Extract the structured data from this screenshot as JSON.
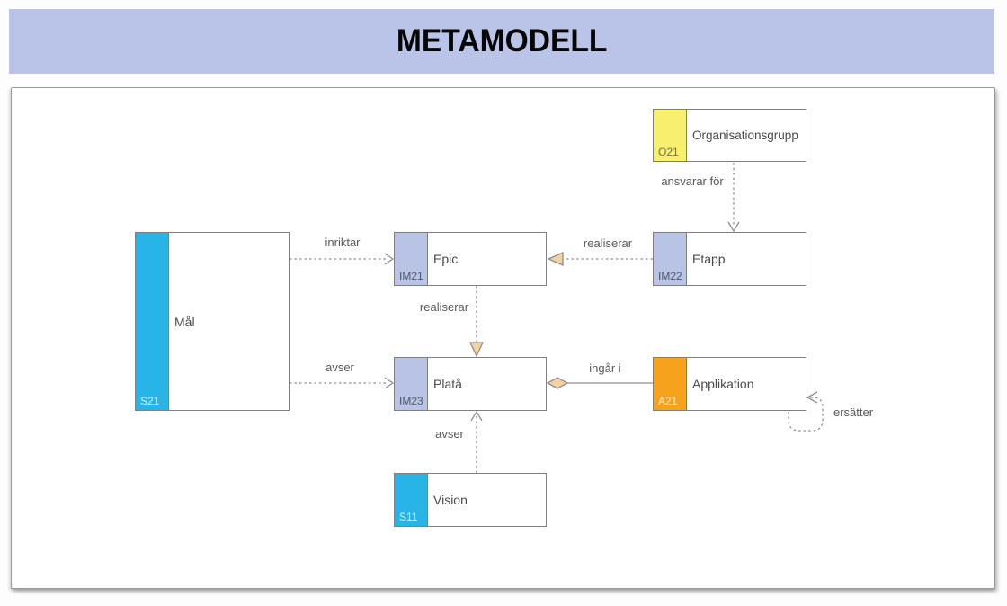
{
  "title": "METAMODELL",
  "entities": {
    "organisationsgrupp": {
      "id": "O21",
      "label": "Organisationsgrupp",
      "tab_color": "#f8ef6f"
    },
    "etapp": {
      "id": "IM22",
      "label": "Etapp",
      "tab_color": "#b9c3e6"
    },
    "epic": {
      "id": "IM21",
      "label": "Epic",
      "tab_color": "#b9c3e6"
    },
    "mal": {
      "id": "S21",
      "label": "Mål",
      "tab_color": "#29b4e8"
    },
    "plata": {
      "id": "IM23",
      "label": "Platå",
      "tab_color": "#b9c3e6"
    },
    "applikation": {
      "id": "A21",
      "label": "Applikation",
      "tab_color": "#f6a21c"
    },
    "vision": {
      "id": "S11",
      "label": "Vision",
      "tab_color": "#29b4e8"
    }
  },
  "relations": {
    "ansvarar_for": "ansvarar för",
    "inriktar": "inriktar",
    "realiserar_etapp_epic": "realiserar",
    "realiserar_epic_plata": "realiserar",
    "avser_mal_plata": "avser",
    "ingar_i": "ingår i",
    "avser_vision_plata": "avser",
    "ersatter": "ersätter"
  },
  "colors": {
    "banner_bg": "#b9c4e8",
    "title_text": "#060606",
    "tab_yellow": "#f8ef6f",
    "tab_blue": "#29b4e8",
    "tab_lavender": "#b9c3e6",
    "tab_orange": "#f6a21c",
    "arrowhead_tan": "#f3d2a2",
    "line_gray": "#8f8f8f",
    "box_border": "#7f7f7f"
  }
}
